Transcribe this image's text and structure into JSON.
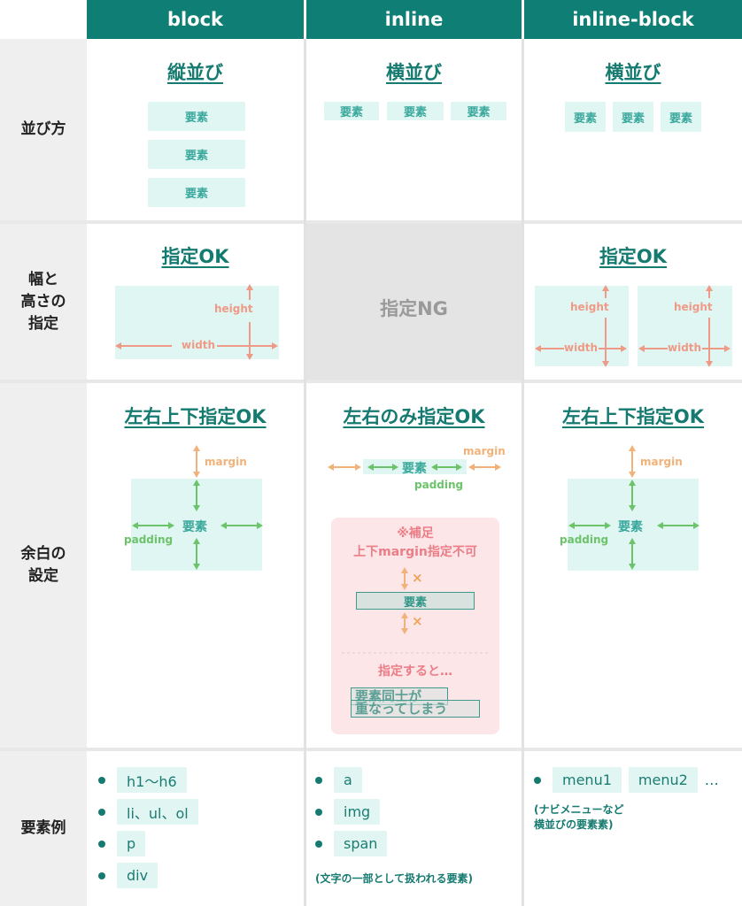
{
  "columns": [
    "block",
    "inline",
    "inline-block"
  ],
  "rows": {
    "arrangement": {
      "label": "並び方",
      "block": {
        "title": "縦並び",
        "items": [
          "要素",
          "要素",
          "要素"
        ]
      },
      "inline": {
        "title": "横並び",
        "items": [
          "要素",
          "要素",
          "要素"
        ]
      },
      "inline_block": {
        "title": "横並び",
        "items": [
          "要素",
          "要素",
          "要素"
        ]
      }
    },
    "size": {
      "label_line1": "幅と",
      "label_line2": "高さの",
      "label_line3": "指定",
      "block": {
        "title": "指定OK",
        "height_label": "height",
        "width_label": "width"
      },
      "inline": {
        "title": "指定NG"
      },
      "inline_block": {
        "title": "指定OK",
        "height_label": "height",
        "width_label": "width"
      }
    },
    "spacing": {
      "label_line1": "余白の",
      "label_line2": "設定",
      "block": {
        "title": "左右上下指定OK",
        "margin_label": "margin",
        "padding_label": "padding",
        "element_label": "要素"
      },
      "inline": {
        "title": "左右のみ指定OK",
        "margin_label": "margin",
        "padding_label": "padding",
        "element_label": "要素",
        "note": {
          "title_line1": "※補足",
          "title_line2": "上下margin指定不可",
          "x_mark": "×",
          "element_label": "要素",
          "then_label": "指定すると…",
          "overlap_line1": "要素同士が",
          "overlap_line2": "重なってしまう"
        }
      },
      "inline_block": {
        "title": "左右上下指定OK",
        "margin_label": "margin",
        "padding_label": "padding",
        "element_label": "要素"
      }
    },
    "examples": {
      "label": "要素例",
      "block": {
        "items": [
          "h1〜h6",
          "li、ul、ol",
          "p",
          "div"
        ]
      },
      "inline": {
        "items": [
          "a",
          "img",
          "span"
        ],
        "caption": "(文字の一部として扱われる要素)"
      },
      "inline_block": {
        "items": [
          "menu1",
          "menu2"
        ],
        "ellipsis": "…",
        "caption_line1": "(ナビメニューなど",
        "caption_line2": "横並びの要素素)"
      }
    }
  },
  "colors": {
    "header_bg": "#0f7e74",
    "title_text": "#157a70",
    "element_bg": "#dff6f3",
    "size_arrow": "#ef9a86",
    "margin_arrow": "#f1b27a",
    "padding_arrow": "#6cc36a",
    "note_bg": "#fde6e8",
    "note_text": "#ec7d87",
    "ng_bg": "#e4e4e4"
  }
}
